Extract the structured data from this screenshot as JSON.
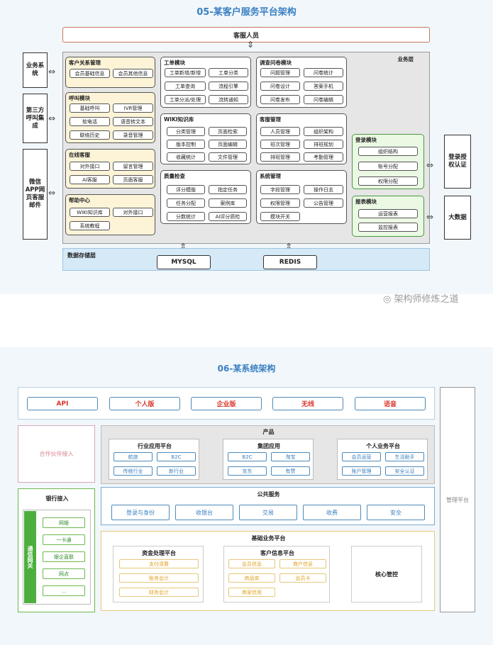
{
  "d05": {
    "title": "05-某客户服务平台架构",
    "service_staff": "客服人员",
    "business_layer": "业务层",
    "left_sources": [
      "业务系统",
      "第三方呼叫集成",
      "微信APP网页客服邮件"
    ],
    "right_targets": [
      "登录授权认证",
      "大数据"
    ],
    "crm": {
      "title": "客户关系管理",
      "items": [
        "会员基础信息",
        "会员其他信息"
      ]
    },
    "call": {
      "title": "呼叫模块",
      "items": [
        "基础呼叫",
        "IVR管理",
        "软电话",
        "语音转文本",
        "联络历史",
        "录音管理"
      ]
    },
    "online": {
      "title": "在线客服",
      "items": [
        "对外接口",
        "留言管理",
        "AI客服",
        "页面客服"
      ]
    },
    "help": {
      "title": "帮助中心",
      "items": [
        "WIKI知识库",
        "对外接口",
        "系统教程"
      ]
    },
    "ticket": {
      "title": "工单模块",
      "items": [
        "工单新增/新增",
        "工单分类",
        "工单查询",
        "流程引擎",
        "工单分派/处理",
        "流转通知"
      ]
    },
    "survey": {
      "title": "调查问卷模块",
      "items": [
        "问题管理",
        "问卷统计",
        "问卷设计",
        "答案手机",
        "问卷发布",
        "问卷编辑"
      ]
    },
    "wiki": {
      "title": "WIKI知识库",
      "items": [
        "分类管理",
        "页面检索",
        "版本控制",
        "页面编辑",
        "收藏统计",
        "文件管理"
      ]
    },
    "staff": {
      "title": "客服管理",
      "items": [
        "人员管理",
        "组织架构",
        "班次管理",
        "排班规划",
        "排班管理",
        "考勤管理"
      ]
    },
    "quality": {
      "title": "质量检查",
      "items": [
        "评分模版",
        "指定任务",
        "任务分配",
        "案例库",
        "分数统计",
        "AI评分质检"
      ]
    },
    "system": {
      "title": "系统管理",
      "items": [
        "字段管理",
        "操作日志",
        "权限管理",
        "公告管理",
        "模块开关"
      ]
    },
    "login": {
      "title": "登录模块",
      "items": [
        "组织结构",
        "账号分配",
        "权限分配"
      ]
    },
    "report": {
      "title": "报表模块",
      "items": [
        "运营报表",
        "监控报表"
      ]
    },
    "storage": {
      "title": "数据存储层",
      "items": [
        "MYSQL",
        "REDIS"
      ]
    },
    "watermark": "架构师修炼之道"
  },
  "d06": {
    "title": "06-某系统架构",
    "top_buttons": [
      "API",
      "个人版",
      "企业版",
      "无线",
      "语音"
    ],
    "partner": "合作伙伴接入",
    "management": "管理平台",
    "product": {
      "title": "产品",
      "industry": {
        "title": "行业应用平台",
        "items": [
          "航旅",
          "B2C",
          "传统行业",
          "新行业"
        ]
      },
      "group": {
        "title": "集团应用",
        "items": [
          "B2C",
          "淘宝",
          "京东",
          "有赞"
        ]
      },
      "personal": {
        "title": "个人业务平台",
        "items": [
          "会员运营",
          "生活助手",
          "账户管理",
          "安全认证"
        ]
      }
    },
    "bank": {
      "title": "银行接入",
      "gateway": "通信网关",
      "items": [
        "网银",
        "一卡通",
        "银企直联",
        "网点",
        "..."
      ]
    },
    "public": {
      "title": "公共服务",
      "items": [
        "登录与身份",
        "收银台",
        "交易",
        "收费",
        "安全"
      ]
    },
    "base": {
      "title": "基础业务平台",
      "fund": {
        "title": "资金处理平台",
        "items": [
          "支付清算",
          "账务会计",
          "财务会计"
        ]
      },
      "customer": {
        "title": "客户信息平台",
        "items": [
          "会员信息",
          "商户信息",
          "商品库",
          "会员卡",
          "商家信用"
        ]
      },
      "core": "核心管控"
    }
  }
}
